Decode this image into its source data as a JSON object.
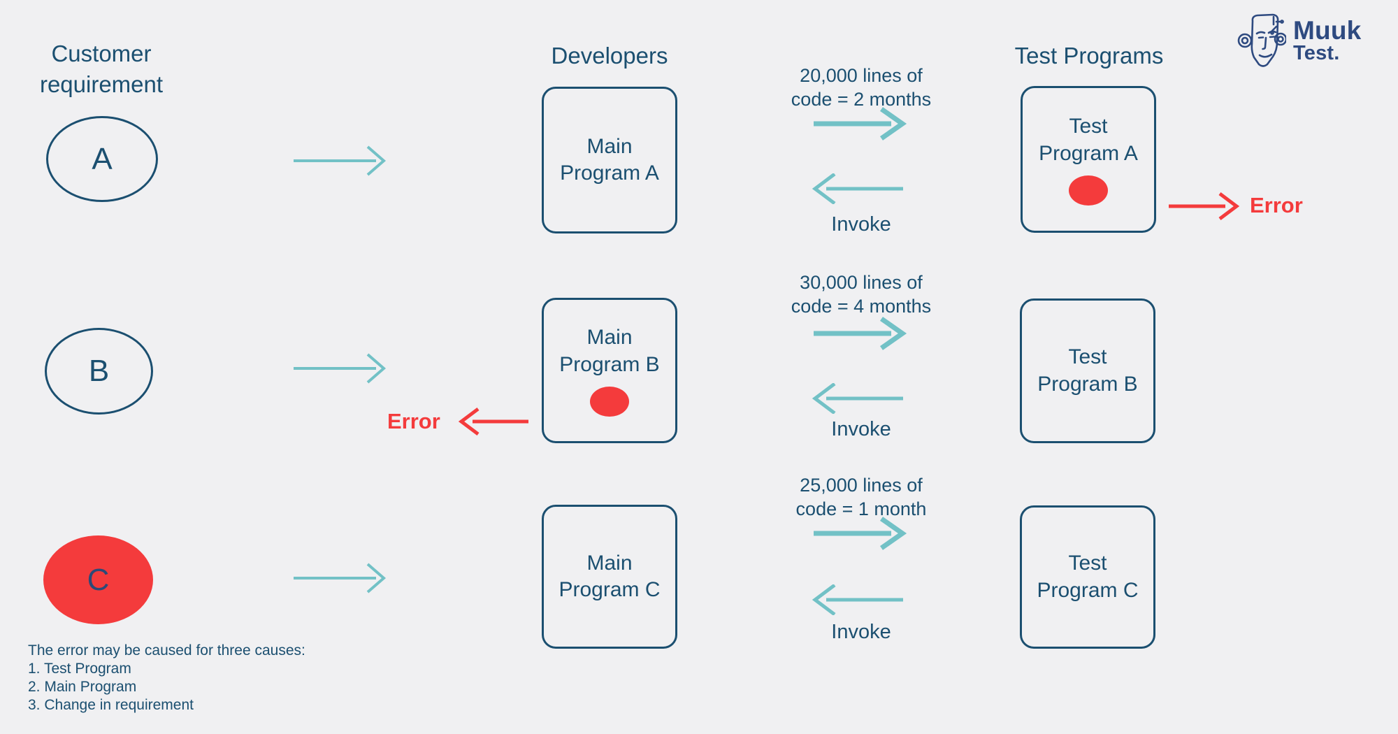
{
  "headers": {
    "customer": "Customer requirement",
    "developers": "Developers",
    "test_programs": "Test Programs"
  },
  "requirements": [
    {
      "label": "A",
      "highlighted": false
    },
    {
      "label": "B",
      "highlighted": false
    },
    {
      "label": "C",
      "highlighted": true
    }
  ],
  "main_programs": [
    {
      "label": "Main Program A",
      "error_dot": false
    },
    {
      "label": "Main Program B",
      "error_dot": true
    },
    {
      "label": "Main Program C",
      "error_dot": false
    }
  ],
  "test_programs": [
    {
      "label": "Test Program A",
      "error_dot": true
    },
    {
      "label": "Test Program B",
      "error_dot": false
    },
    {
      "label": "Test Program C",
      "error_dot": false
    }
  ],
  "exchanges": [
    {
      "lines": [
        "20,000 lines of",
        "code = 2 months"
      ],
      "invoke": "Invoke"
    },
    {
      "lines": [
        "30,000 lines of",
        "code = 4 months"
      ],
      "invoke": "Invoke"
    },
    {
      "lines": [
        "25,000 lines of",
        "code = 1 month"
      ],
      "invoke": "Invoke"
    }
  ],
  "errors": {
    "test_program_a": "Error",
    "main_program_b": "Error"
  },
  "note": {
    "title": "The error may be caused for three causes:",
    "items": [
      "1. Test Program",
      "2. Main Program",
      "3. Change in requirement"
    ]
  },
  "logo": {
    "word1": "Muuk",
    "word2": "Test."
  },
  "colors": {
    "ink": "#1b4f70",
    "teal": "#72c1c6",
    "red": "#f43b3c",
    "logo": "#2e4a80",
    "background": "#f0f0f2"
  }
}
